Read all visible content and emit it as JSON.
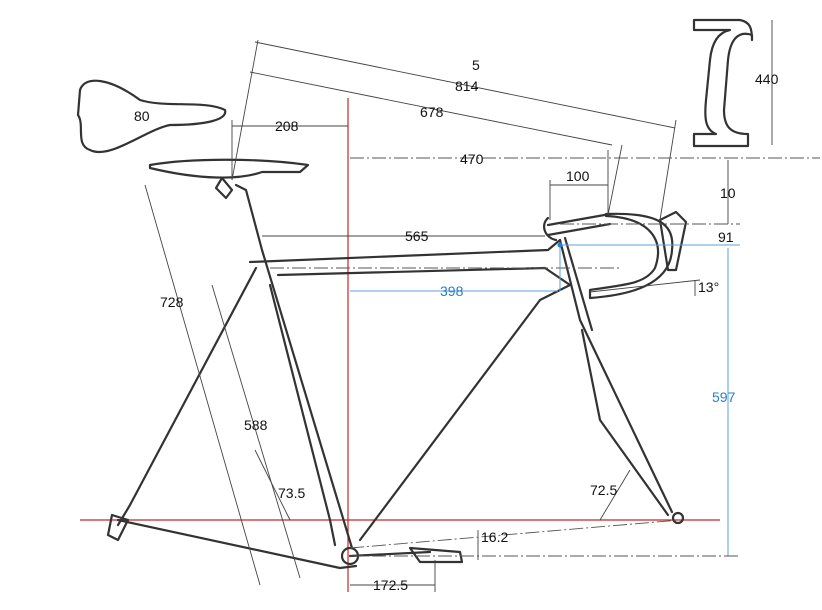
{
  "diagram": {
    "title": "Road bike frame geometry",
    "colors": {
      "reference": "#c0282a",
      "highlight": "#2a7fc8",
      "line": "#333333"
    },
    "dimensions": {
      "stack_offset": "5",
      "reach_total": "814",
      "reach_saddle_to_hood": "678",
      "reach_horizontal": "470",
      "saddle_setback": "208",
      "saddle_width": "80",
      "bar_width": "440",
      "stem_length": "100",
      "spacer": "10",
      "head_height": "91",
      "top_tube": "565",
      "frame_reach": "398",
      "drop_angle": "13°",
      "saddle_height": "728",
      "seat_tube": "588",
      "frame_stack": "597",
      "seat_angle": "73.5",
      "head_angle": "72.5",
      "bb_drop": "16.2",
      "crank_length": "172.5"
    }
  }
}
